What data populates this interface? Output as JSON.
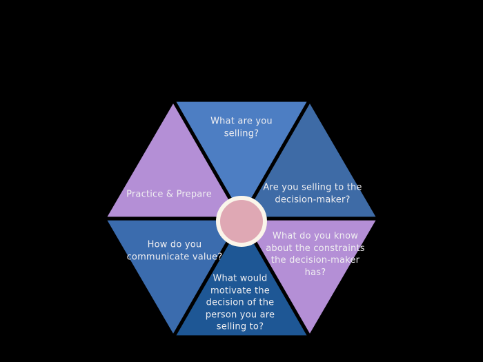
{
  "background": "#000000",
  "text_color": "#f0eff1",
  "center_badge": {
    "ring_color": "#faf5ea",
    "fill_color": "#dfa8b4"
  },
  "segments": {
    "top": {
      "label": "What are you\nselling?",
      "color": "#4d7ec3"
    },
    "top_right": {
      "label": "Are you selling to the\ndecision-maker?",
      "color": "#3e6ba6"
    },
    "bottom_right": {
      "label": "What do you know\nabout the constraints\nthe decision-maker\nhas?",
      "color": "#b48fd6"
    },
    "bottom": {
      "label": "What would\nmotivate the\ndecision of the\nperson you are\nselling to?",
      "color": "#1e5795"
    },
    "bottom_left": {
      "label": "How do you\ncommunicate value?",
      "color": "#3b6cae"
    },
    "top_left": {
      "label": "Practice & Prepare",
      "color": "#b48fd6"
    }
  }
}
